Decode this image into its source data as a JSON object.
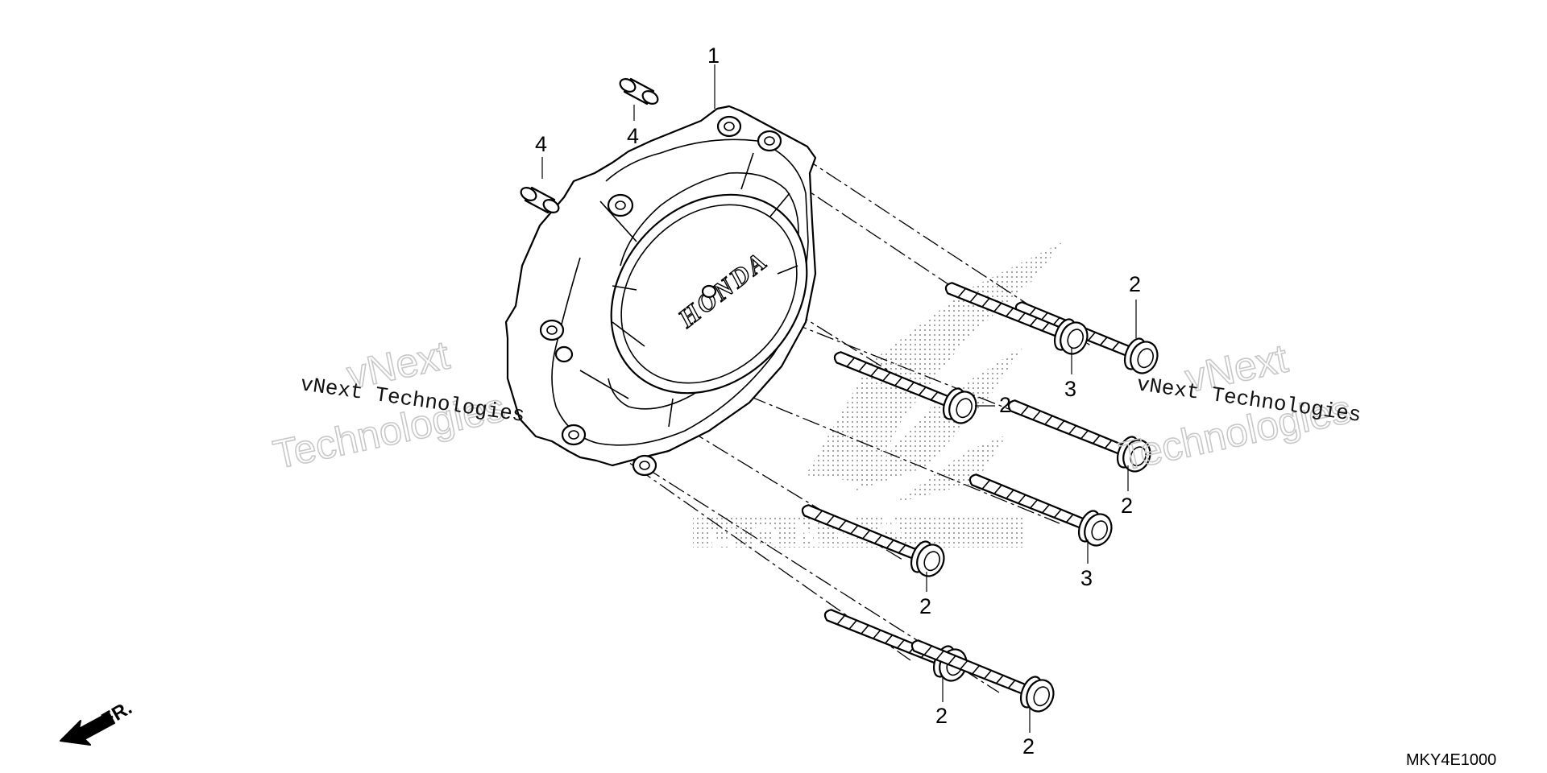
{
  "callouts": [
    {
      "id": "c1",
      "text": "1"
    },
    {
      "id": "c4a",
      "text": "4"
    },
    {
      "id": "c4b",
      "text": "4"
    },
    {
      "id": "c2a",
      "text": "2"
    },
    {
      "id": "c3a",
      "text": "3"
    },
    {
      "id": "c2b",
      "text": "2"
    },
    {
      "id": "c2c",
      "text": "2"
    },
    {
      "id": "c3b",
      "text": "3"
    },
    {
      "id": "c2d",
      "text": "2"
    },
    {
      "id": "c2e",
      "text": "2"
    },
    {
      "id": "c2f",
      "text": "2"
    }
  ],
  "watermarks": {
    "left_small": "vNext Technologies",
    "left_big_1": "vNext",
    "left_big_2": "Technologies",
    "right_small": "vNext Technologies",
    "right_big_1": "vNext",
    "right_big_2": "Technologies"
  },
  "cover_logo": "HONDA",
  "background_logo": "HONDA",
  "direction_label": "FR.",
  "diagram_code": "MKY4E1000"
}
